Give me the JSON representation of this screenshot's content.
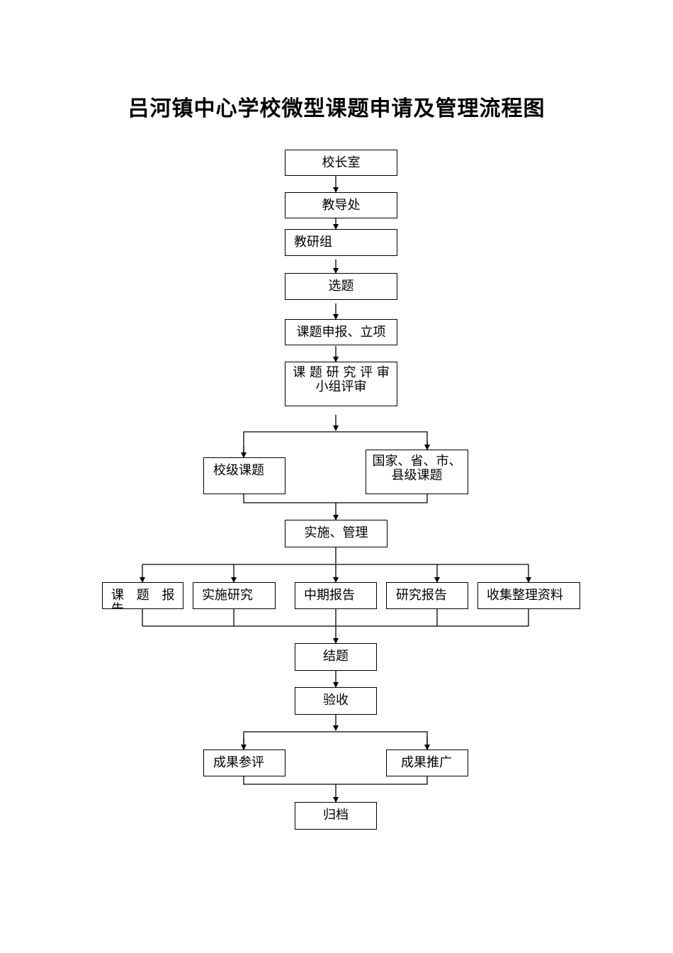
{
  "title": "吕河镇中心学校微型课题申请及管理流程图",
  "nodes": {
    "principal_office": "校长室",
    "academic_office": "教导处",
    "research_group": "教研组",
    "topic_selection": "选题",
    "declare_approve": "课题申报、立项",
    "review_group_line1": "课 题 研 究 评 审",
    "review_group_line2": "小组评审",
    "school_level": "校级课题",
    "higher_level_line1": "国家、省、市、",
    "higher_level_line2": "县级课题",
    "implement_manage": "实施、管理",
    "topic_report_line1": "课 题 报 告",
    "topic_report_line2": "报告",
    "implementation_research": "实施研究",
    "midterm_report": "中期报告",
    "research_report": "研究报告",
    "collect_materials": "收集整理资料",
    "conclude": "结题",
    "acceptance": "验收",
    "results_evaluation": "成果参评",
    "results_promotion": "成果推广",
    "archive": "归档"
  }
}
